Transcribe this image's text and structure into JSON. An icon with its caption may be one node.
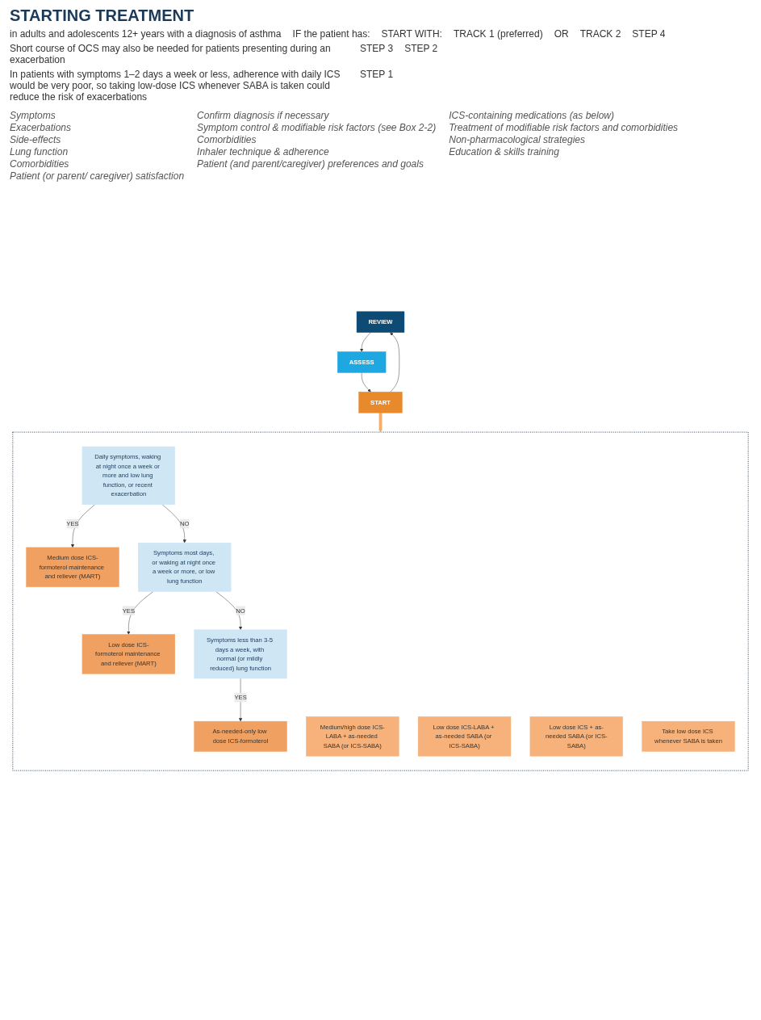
{
  "diagram": {
    "title": "STARTING TREATMENT",
    "nodes": [
      {
        "text": [
          "REVIEW"
        ],
        "beside": [
          "Symptoms",
          "Exacerbations",
          "Side-effects",
          "Lung function",
          "Comorbidities",
          "Patient (or parent/ caregiver) satisfaction"
        ]
      },
      {
        "text": [
          "ASSESS"
        ],
        "beside": [
          "Confirm diagnosis if necessary",
          "Symptom control & modifiable risk factors (see Box 2-2)",
          "Comorbidities",
          "Inhaler technique & adherence",
          "Patient (and parent/caregiver) preferences and goals"
        ]
      },
      {
        "text": [
          "START"
        ],
        "beside": [
          "ICS-containing medications (as below)",
          "Treatment of modifiable risk factors and comorbidities",
          "Non-pharmacological strategies",
          "Education & skills training"
        ]
      },
      {
        "text": [],
        "shape": "box"
      },
      {
        "text": [
          "Daily symptoms, waking at night once a week or more and low lung function, or recent exacerbation"
        ],
        "in": 3
      },
      {
        "text": [
          "Medium dose ICS-formoterol maintenance and reliever (MART)"
        ],
        "in": 3
      },
      {
        "text": [
          "Medium/high dose ICS-LABA + as-needed SABA (or ICS-SABA)"
        ],
        "in": 3
      },
      {
        "text": [
          "Symptoms most days, or waking at night once a week or more, or low lung function"
        ],
        "in": 3
      },
      {
        "text": [
          "Low dose ICS-formoterol maintenance and reliever (MART)"
        ],
        "in": 3
      },
      {
        "text": [
          "Low dose ICS-LABA + as-needed SABA (or ICS-SABA)"
        ],
        "in": 3
      },
      {
        "text": [
          "Symptoms less than 3-5 days a week, with normal (or mildly reduced) lung function"
        ],
        "in": 3
      },
      {
        "text": [
          "As-needed-only low dose ICS-formoterol"
        ],
        "in": 3
      },
      {
        "text": [
          "Low dose ICS + as-needed SABA (or ICS-SABA)"
        ],
        "in": 3
      },
      {
        "text": [
          "Take low dose ICS whenever SABA is taken"
        ],
        "in": 3
      }
    ],
    "edges": [
      {
        "from": 0,
        "to": 1,
        "arrow": "to"
      },
      {
        "from": 1,
        "to": 2,
        "arrow": "to"
      },
      {
        "from": 2,
        "to": 0,
        "arrow": "to"
      },
      {
        "from": 2,
        "to": 3,
        "arrow": "to",
        "style": "thick",
        "color": "#f4ad6b"
      },
      {
        "from": 4,
        "to": 5,
        "label": "YES",
        "arrow": "to"
      },
      {
        "from": 4,
        "to": 7,
        "label": "NO",
        "arrow": "to"
      },
      {
        "from": 7,
        "to": 8,
        "label": "YES",
        "arrow": "to"
      },
      {
        "from": 7,
        "to": 10,
        "label": "NO",
        "arrow": "to"
      },
      {
        "from": 10,
        "to": 11,
        "label": "YES",
        "arrow": "to"
      }
    ],
    "labels": [
      "in adults and adolescents 12+ years with a diagnosis of asthma",
      "IF the patient has:",
      "START WITH:",
      "TRACK 1 (preferred)",
      "OR",
      "TRACK 2",
      "STEP 4",
      "Short course of OCS may also be needed for patients presenting during an exacerbation",
      "STEP 3",
      "STEP 2",
      "In patients with symptoms 1–2 days a week or less, adherence with daily ICS would be very poor, so taking low-dose ICS whenever SABA is taken could reduce the risk of exacerbations",
      "STEP 1"
    ]
  }
}
